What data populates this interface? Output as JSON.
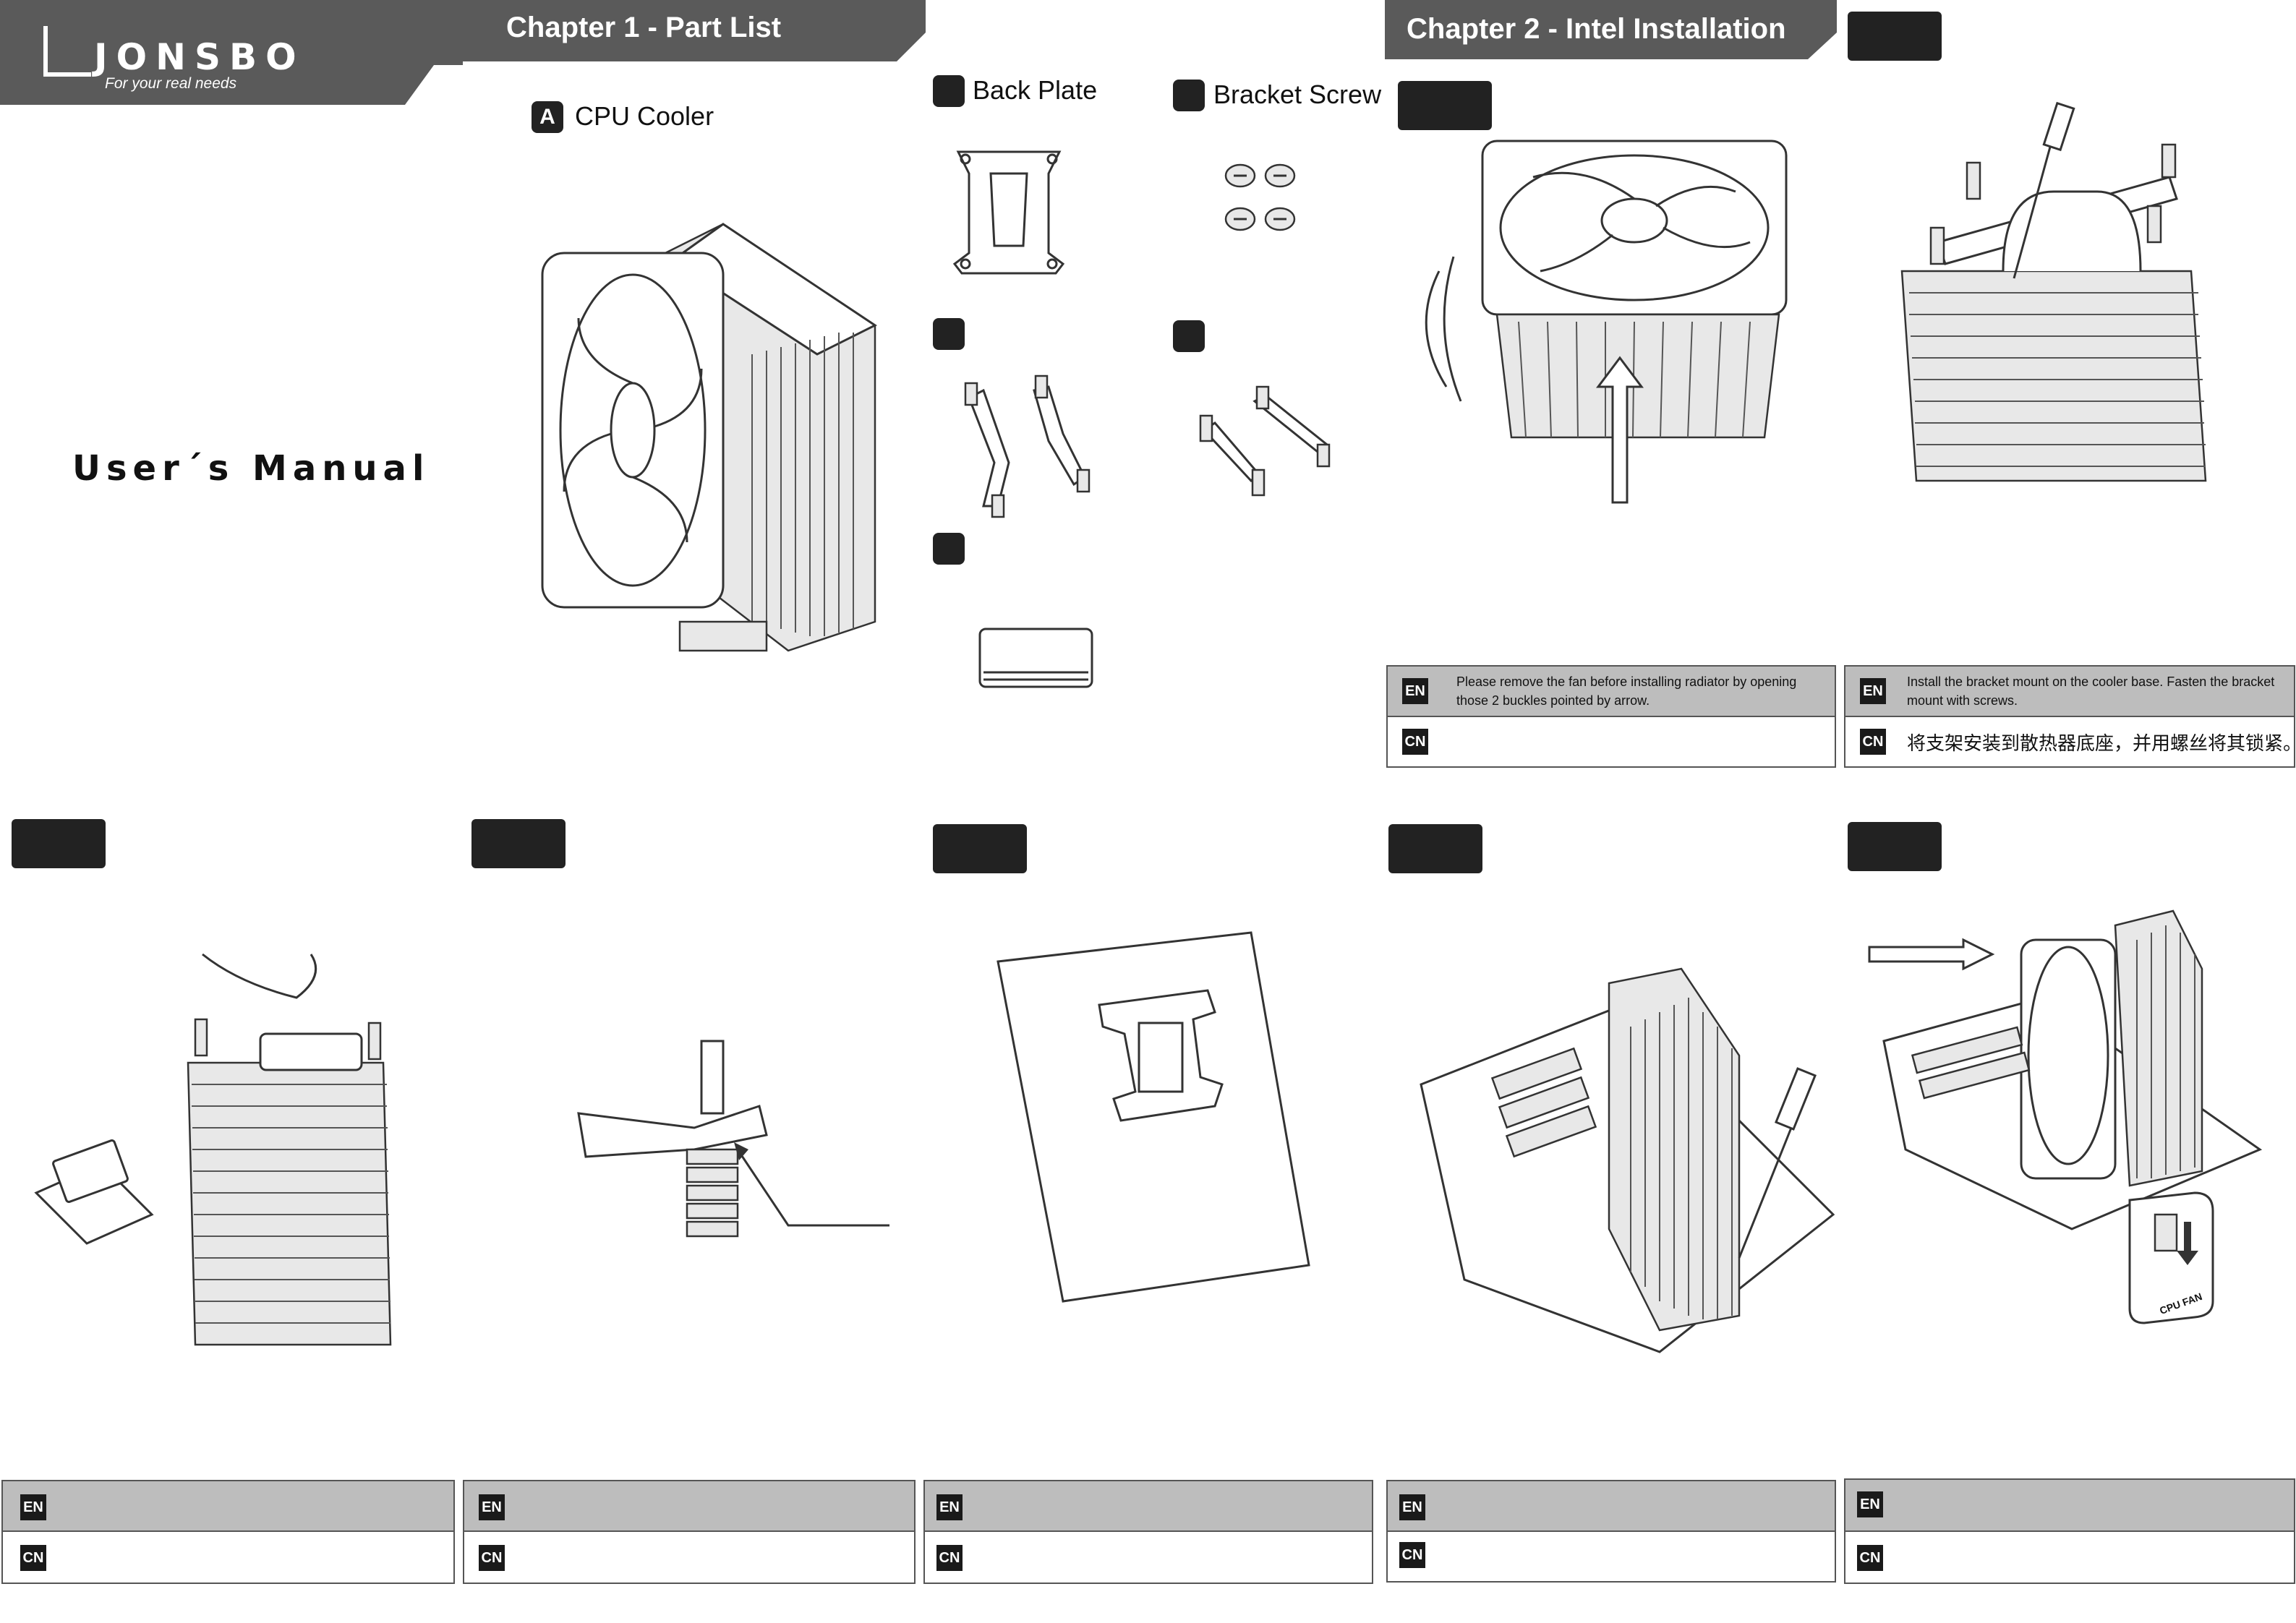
{
  "brand": {
    "logo_text": "JONSBO",
    "tagline": "For your real needs"
  },
  "cover": {
    "title": "User´s Manual"
  },
  "chapter1": {
    "title": "Chapter 1 - Part List",
    "parts": [
      {
        "tag": "A",
        "label": "CPU Cooler"
      },
      {
        "tag": "",
        "label": "Back Plate"
      },
      {
        "tag": "",
        "label": "Bracket Screw"
      },
      {
        "tag": "",
        "label": ""
      },
      {
        "tag": "",
        "label": ""
      },
      {
        "tag": "",
        "label": ""
      }
    ]
  },
  "chapter2": {
    "title": "Chapter 2 - Intel Installation"
  },
  "steps": [
    {
      "en_tag": "EN",
      "cn_tag": "CN",
      "en": "Please remove the fan before installing radiator by opening those 2 buckles pointed by arrow.",
      "cn": ""
    },
    {
      "en_tag": "EN",
      "cn_tag": "CN",
      "en": "Install the bracket mount on the cooler base. Fasten the bracket mount with screws.",
      "cn": "将支架安装到散热器底座，并用螺丝将其锁紧。"
    },
    {
      "en_tag": "EN",
      "cn_tag": "CN",
      "en": "",
      "cn": ""
    },
    {
      "en_tag": "EN",
      "cn_tag": "CN",
      "en": "",
      "cn": ""
    },
    {
      "en_tag": "EN",
      "cn_tag": "CN",
      "en": "",
      "cn": ""
    },
    {
      "en_tag": "EN",
      "cn_tag": "CN",
      "en": "",
      "cn": ""
    },
    {
      "en_tag": "EN",
      "cn_tag": "CN",
      "en": "",
      "cn": ""
    }
  ],
  "labels": {
    "cpu_fan": "CPU FAN"
  },
  "colors": {
    "banner": "#5a5a5a",
    "tag": "#222222",
    "en_row": "#bdbdbd"
  }
}
